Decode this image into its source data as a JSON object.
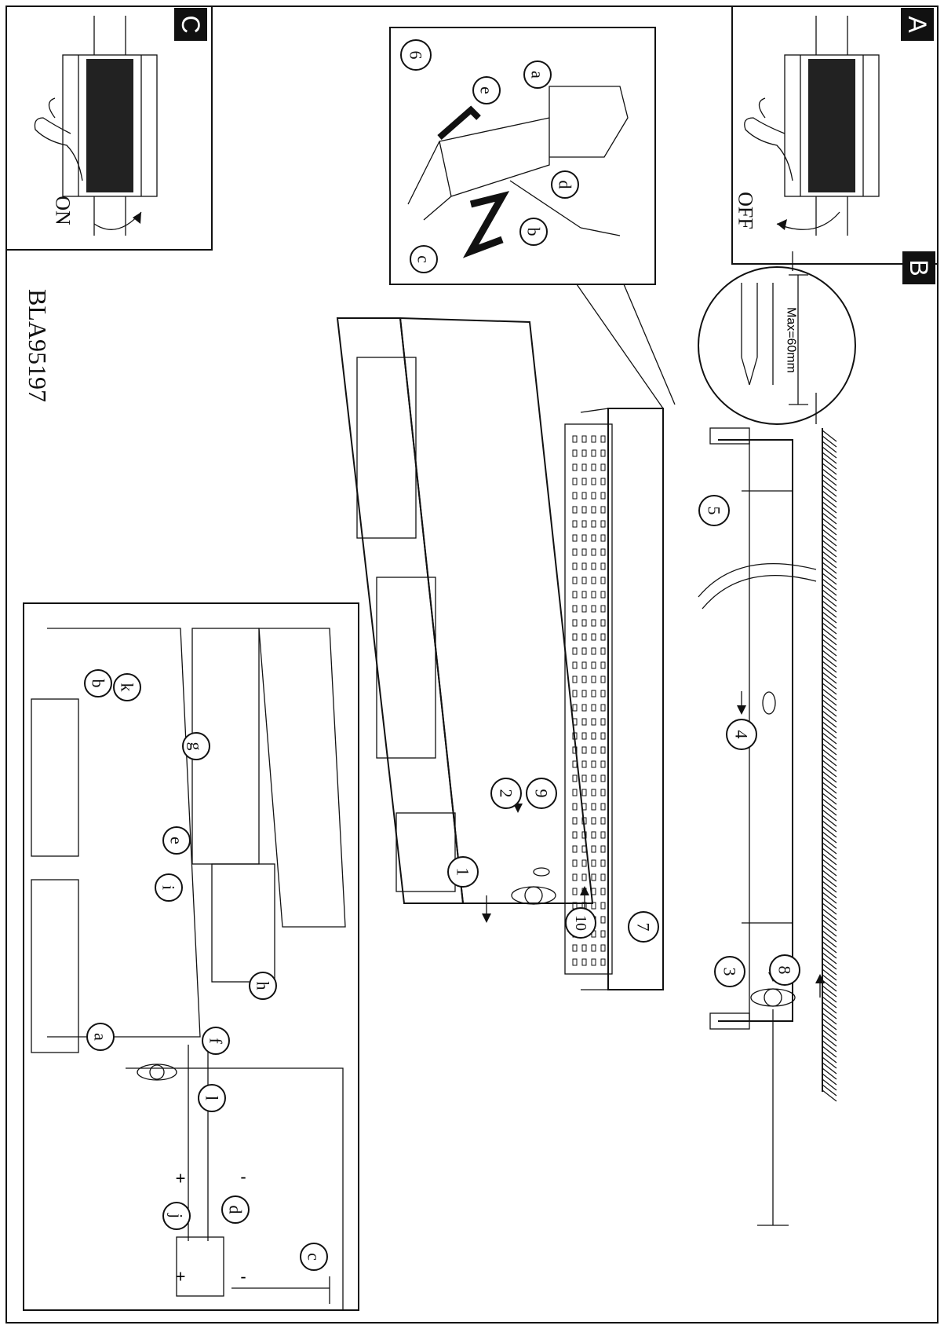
{
  "panels": {
    "A": {
      "letter": "A",
      "label": "OFF"
    },
    "B": {
      "letter": "B",
      "measure": "Max=60mm"
    },
    "C": {
      "letter": "C",
      "label": "ON"
    }
  },
  "model_code": "BLA95197",
  "main_steps": [
    "1",
    "2",
    "3",
    "4",
    "5",
    "6",
    "7",
    "8",
    "9",
    "10"
  ],
  "detail6_steps": [
    "a",
    "b",
    "c",
    "d",
    "e"
  ],
  "detail_inset_steps": [
    "a",
    "b",
    "c",
    "d",
    "e",
    "f",
    "g",
    "h",
    "i",
    "j",
    "k",
    "l"
  ],
  "polarity": {
    "plus": "+",
    "minus": "-"
  }
}
